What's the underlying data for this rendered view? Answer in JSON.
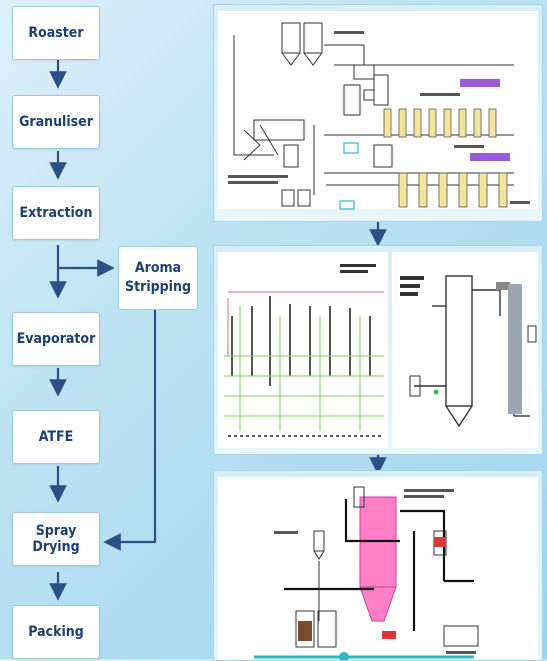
{
  "steps": [
    {
      "label": "Roaster"
    },
    {
      "label": "Granuliser"
    },
    {
      "label": "Extraction"
    },
    {
      "label": "Evaporator"
    },
    {
      "label": "ATFE"
    },
    {
      "label": "Spray Drying"
    },
    {
      "label": "Packing"
    }
  ],
  "aroma": {
    "line1": "Aroma",
    "line2": "Stripping"
  },
  "colors": {
    "text": "#1d3f72",
    "arrow": "#2b4f86",
    "background": "#bfe3f3",
    "pipe_green": "#7bd35a",
    "tower_pink": "#ff7fc7",
    "column_yellow": "#f2e49a",
    "label_purple": "#9a5bd6"
  },
  "panels": [
    {
      "name": "extraction-schematic"
    },
    {
      "name": "evaporator-schematic"
    },
    {
      "name": "spray-drying-schematic"
    }
  ]
}
